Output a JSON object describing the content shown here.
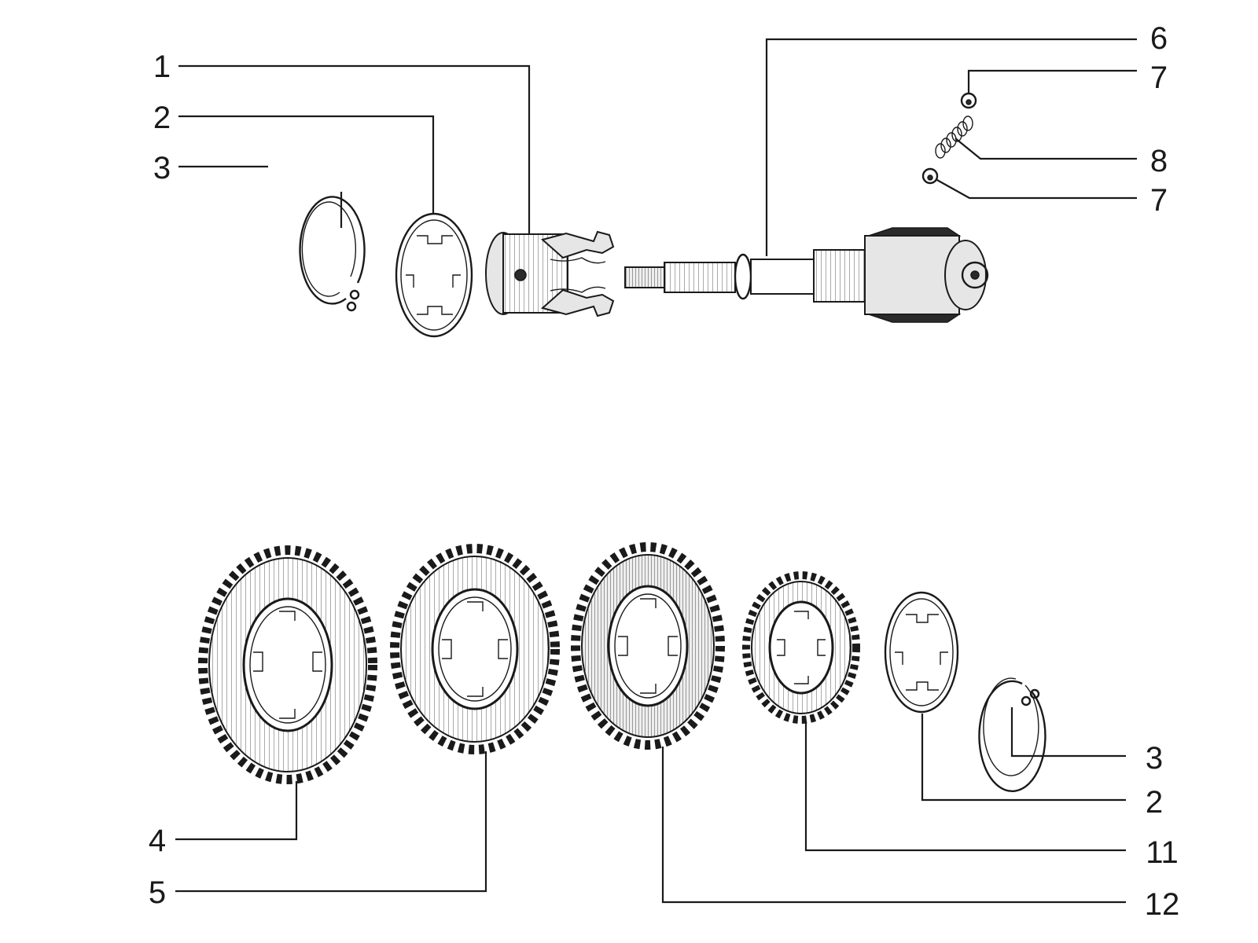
{
  "diagram": {
    "callouts": [
      {
        "id": "top-1",
        "label": "1"
      },
      {
        "id": "top-2",
        "label": "2"
      },
      {
        "id": "top-3",
        "label": "3"
      },
      {
        "id": "top-6",
        "label": "6"
      },
      {
        "id": "top-7a",
        "label": "7"
      },
      {
        "id": "top-8",
        "label": "8"
      },
      {
        "id": "top-7b",
        "label": "7"
      },
      {
        "id": "bottom-4",
        "label": "4"
      },
      {
        "id": "bottom-5",
        "label": "5"
      },
      {
        "id": "bottom-3",
        "label": "3"
      },
      {
        "id": "bottom-2",
        "label": "2"
      },
      {
        "id": "bottom-11",
        "label": "11"
      },
      {
        "id": "bottom-12",
        "label": "12"
      }
    ]
  }
}
